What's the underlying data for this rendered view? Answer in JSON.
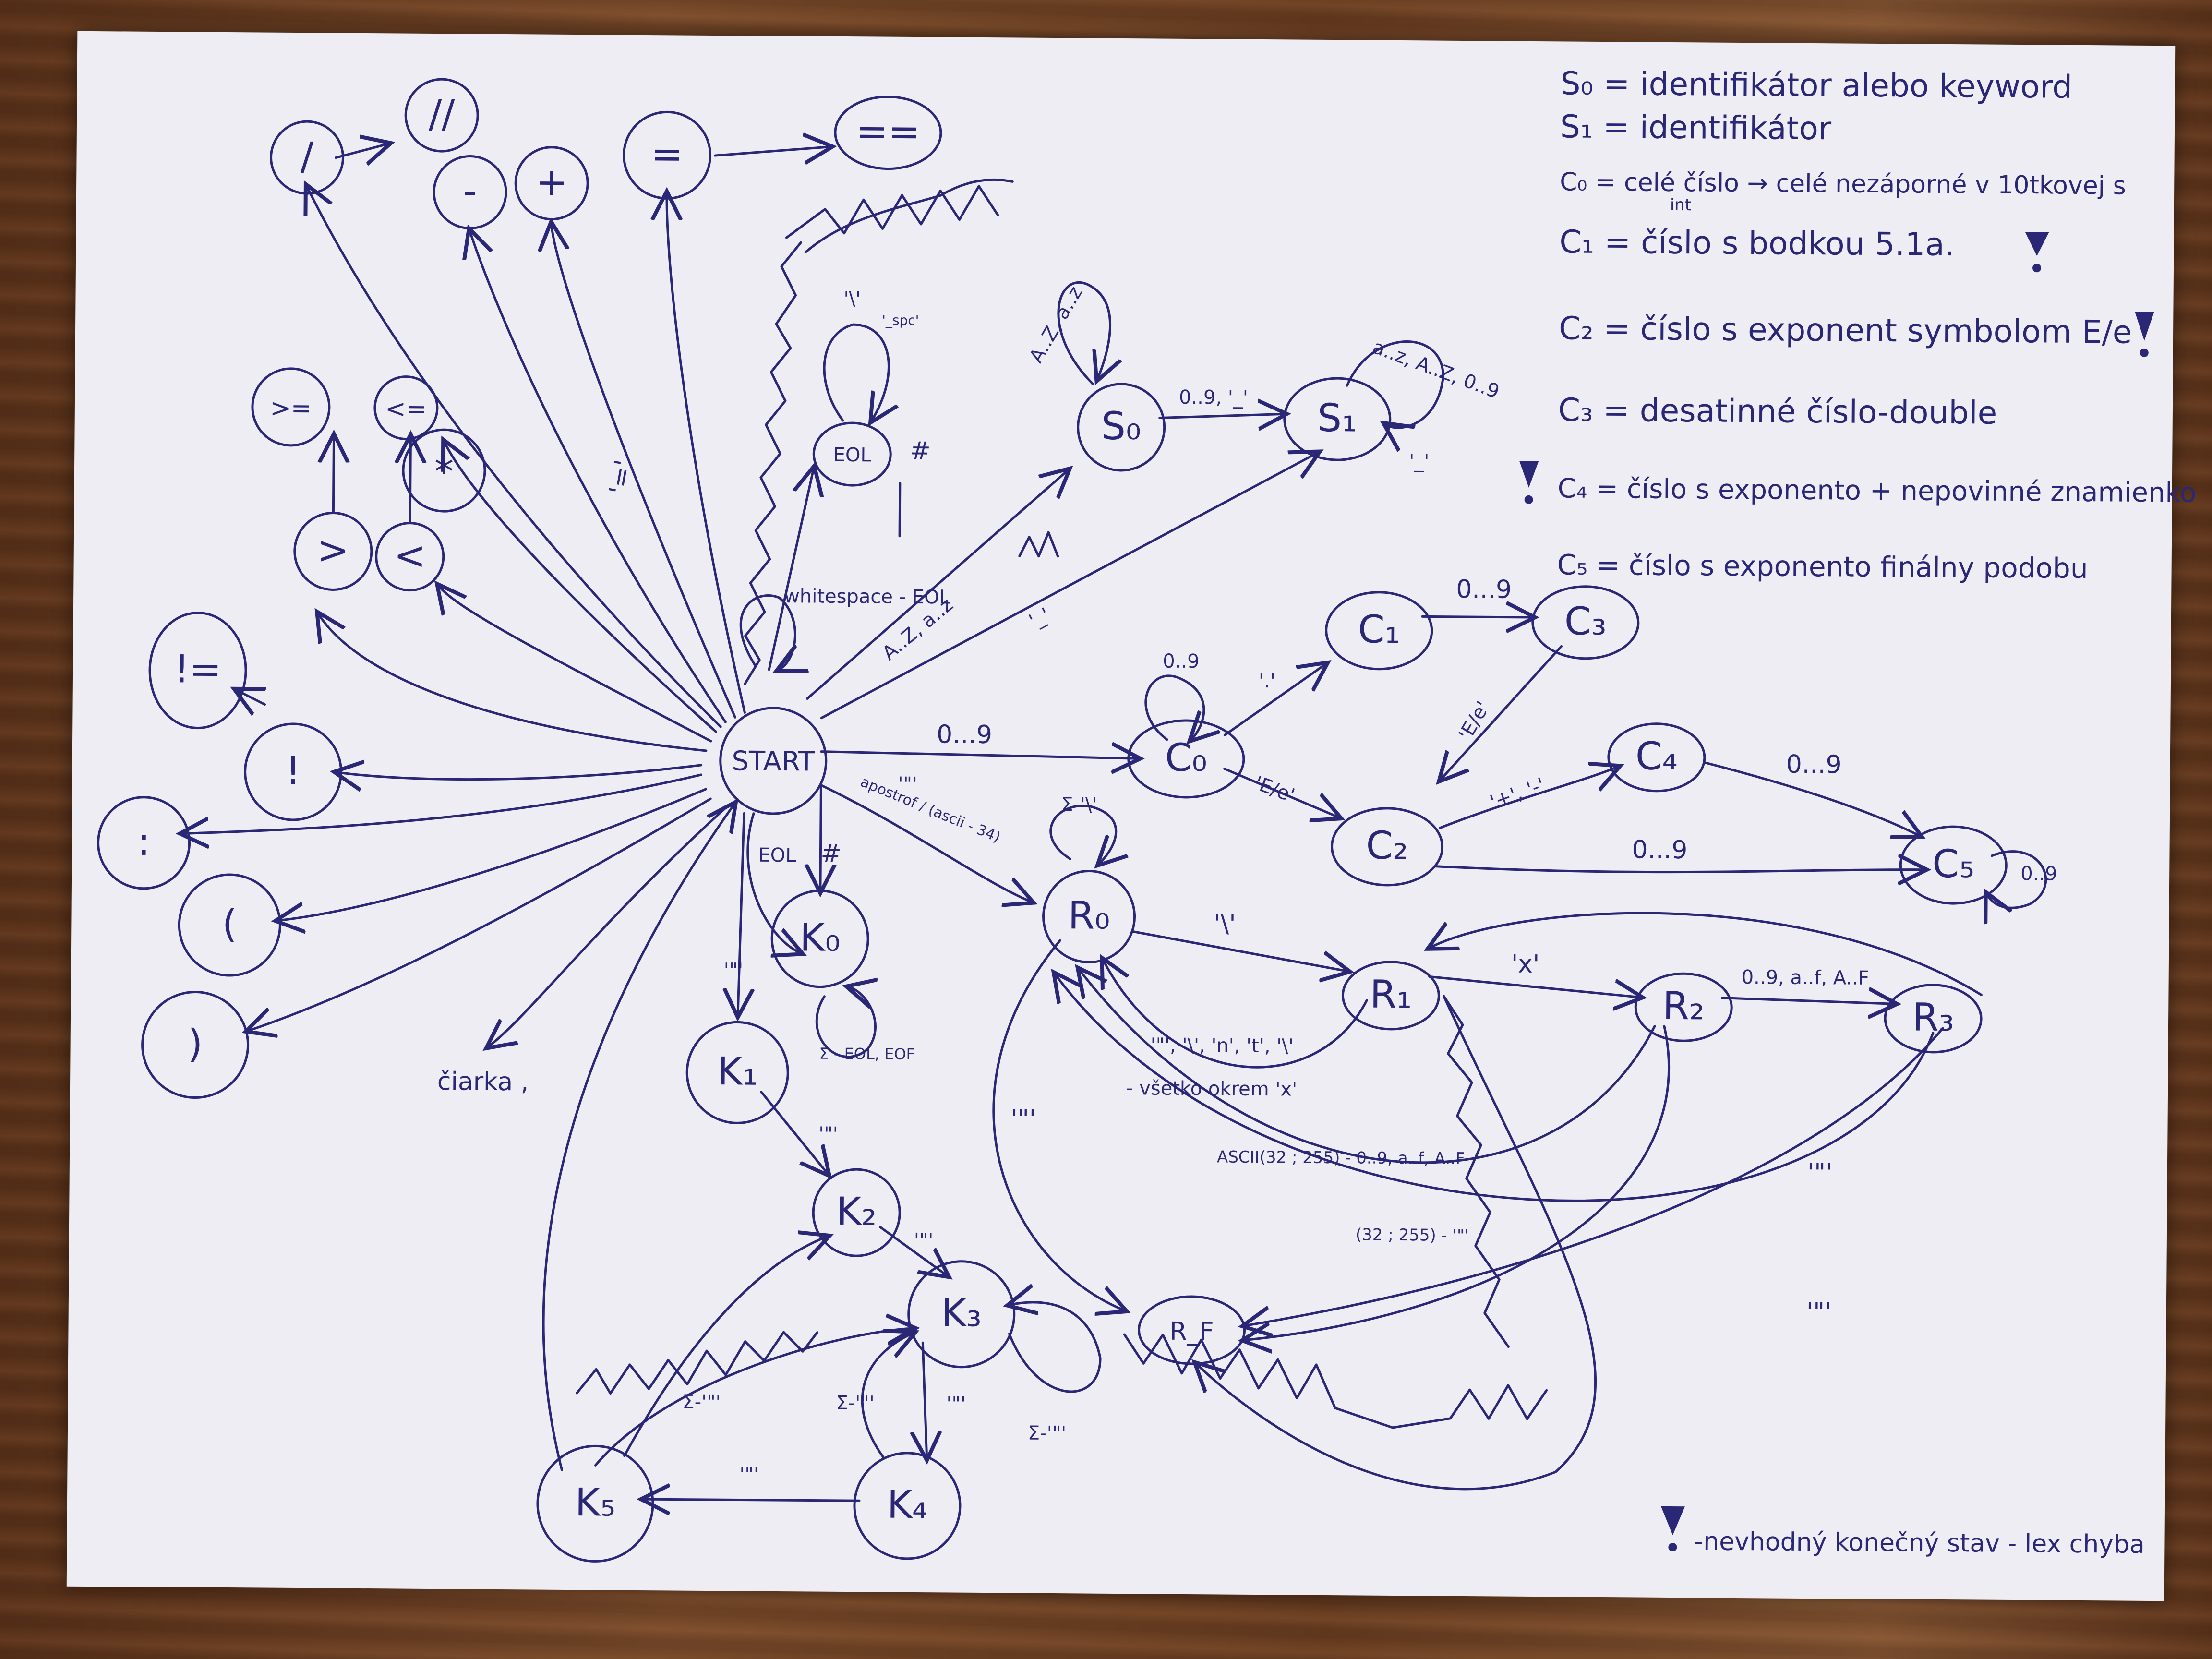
{
  "legend": {
    "lines": [
      "S₀ = identifikátor alebo keyword",
      "S₁ = identifikátor",
      "C₀ = celé číslo → celé nezáporné v 10tkovej s",
      "int",
      "C₁ = číslo s bodkou 5.1a.",
      "C₂ = číslo s exponent symbolom E/e",
      "C₃ = desatinné číslo-double",
      "C₄ = číslo s exponento + nepovinné znamienko",
      "C₅ = číslo s exponento finálny podobu"
    ],
    "footnote": "-nevhodný konečný stav - lex chyba"
  },
  "states": {
    "start": "START",
    "s0": "S₀",
    "s1": "S₁",
    "c0": "C₀",
    "c1": "C₁",
    "c2": "C₂",
    "c3": "C₃",
    "c4": "C₄",
    "c5": "C₅",
    "r0": "R₀",
    "r1": "R₁",
    "r2": "R₂",
    "r3": "R₃",
    "rf": "R_F",
    "k0": "K₀",
    "k1": "K₁",
    "k2": "K₂",
    "k3": "K₃",
    "k4": "K₄",
    "k5": "K₅",
    "eol": "EOL",
    "op_div": "/",
    "op_comment": "//",
    "op_minus": "-",
    "op_plus": "+",
    "op_assign": "=",
    "op_eq": "==",
    "op_ge": ">=",
    "op_le": "<=",
    "op_mul": "*",
    "op_gt": ">",
    "op_lt": "<",
    "op_neq": "!=",
    "op_not": "!",
    "op_colon": ":",
    "op_lparen": "(",
    "op_rparen": ")",
    "ciarka": "čiarka ,"
  },
  "edge_labels": {
    "start_s0": "A..Z, a..z",
    "start_s1": "'_'",
    "s0_s1": "0..9, '_'",
    "s0_loop": "A..Z, a..z",
    "s1_loop": "a..z, A..Z, 0..9",
    "s1_in": "'_'",
    "start_c0": "0...9",
    "c0_loop": "0..9",
    "c0_c1": "'.'",
    "c0_c2": "'E/e'",
    "c1_c3": "0...9",
    "c3_c2": "'E/e'",
    "c2_c4": "'+', '-'",
    "c4_c5": "0...9",
    "c2_c5": "0...9",
    "c5_loop": "0..9",
    "start_r0": "apostrof / (ascii - 34)",
    "start_r0_q": "'\"'",
    "r0_loop": "Σ-'\\'",
    "r0_r1": "'\\'",
    "r1_r2": "'x'",
    "r2_r3": "0..9, a..f, A..F",
    "r1_back": "'\"', '\\', 'n', 't', '\\'",
    "r1_back2": "- všetko okrem 'x'",
    "r2_back": "ASCII(32 ; 255) - 0..9, a..f, A..F",
    "r3_back": "(32 ; 255) - '\"'",
    "rf_in": "'\"'",
    "rf_in2": "'\"'",
    "rf_in3": "'\"'",
    "start_whitespace": "whitespace - EOL",
    "start_eol": "EOL",
    "start_k0": "#",
    "k0_loop": "Σ - EOL, EOF",
    "start_k1": "'\"'",
    "k1_k2": "'\"'",
    "k2_k3": "'\"'",
    "k3_k4": "'\"'",
    "k4_k5": "'\"'",
    "k3_loop": "Σ-'\"'",
    "k4_k3": "Σ-'\"'",
    "k5_k2": "Σ-'\"'",
    "start_eq": "'='",
    "eol_loop_a": "'\\'",
    "eol_loop_b": "'_spc'",
    "eol_hash": "#"
  }
}
